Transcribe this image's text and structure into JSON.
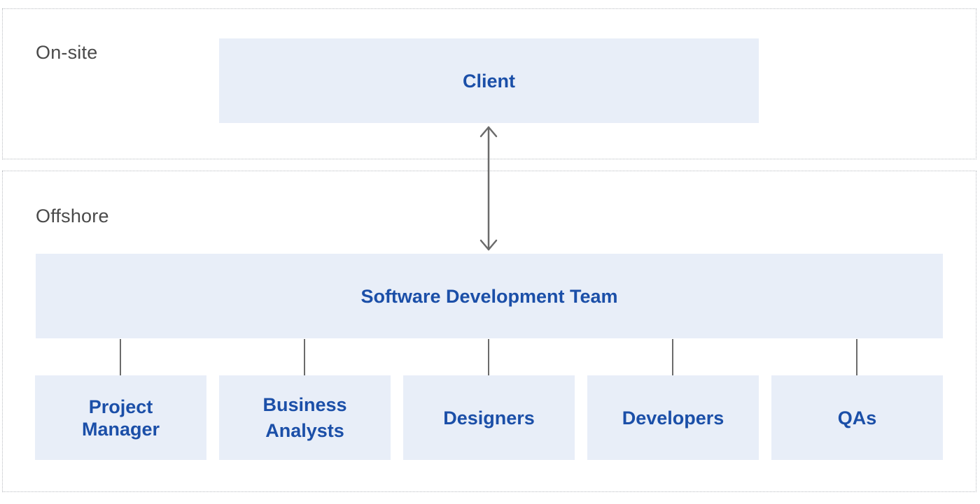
{
  "zones": {
    "onsite_label": "On-site",
    "offshore_label": "Offshore"
  },
  "nodes": {
    "client": "Client",
    "team": "Software Development Team",
    "roles": [
      {
        "line1": "Project",
        "line2": "Manager"
      },
      {
        "line1": "Business",
        "line2": "Analysts"
      },
      {
        "line1": "Designers",
        "line2": ""
      },
      {
        "line1": "Developers",
        "line2": ""
      },
      {
        "line1": "QAs",
        "line2": ""
      }
    ]
  },
  "colors": {
    "box_fill": "#e8eef8",
    "box_text": "#1b4fa8",
    "label_text": "#4a4a4a",
    "connector": "#6b6b6b",
    "zone_border": "#b9bcc1"
  }
}
